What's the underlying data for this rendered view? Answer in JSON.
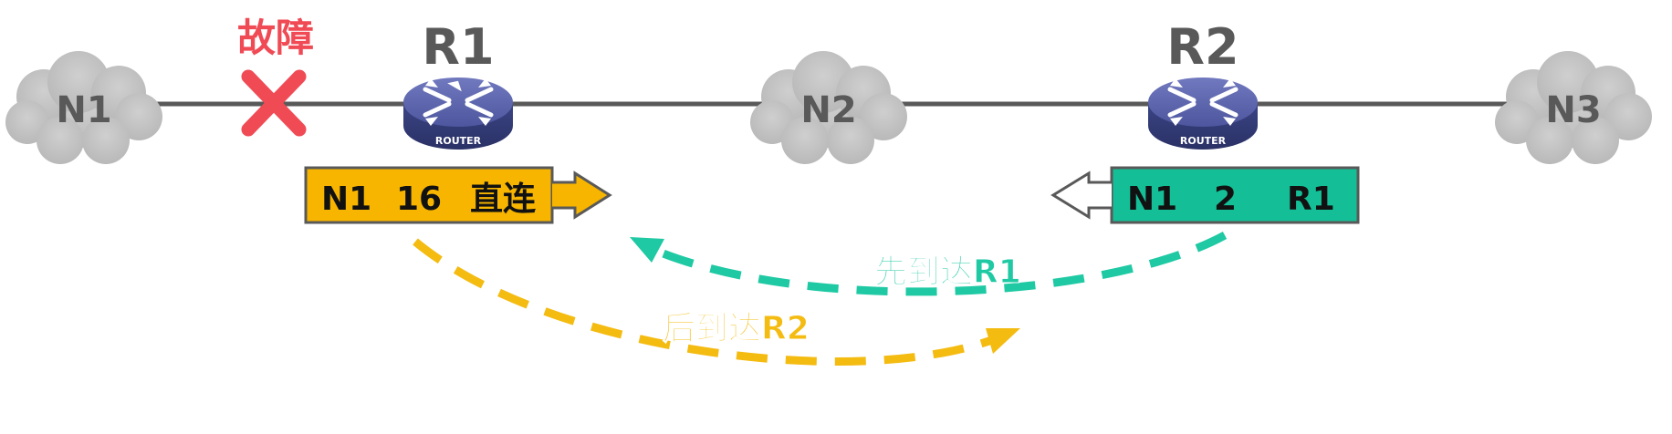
{
  "networks": {
    "n1": "N1",
    "n2": "N2",
    "n3": "N3"
  },
  "routers": {
    "r1": {
      "name": "R1",
      "badge": "ROUTER"
    },
    "r2": {
      "name": "R2",
      "badge": "ROUTER"
    }
  },
  "fault": {
    "label": "故障"
  },
  "r1_entry": {
    "network": "N1",
    "metric": "16",
    "next_hop": "直连"
  },
  "r2_entry": {
    "network": "N1",
    "metric": "2",
    "next_hop": "R1"
  },
  "arcs": {
    "first": "先到达R1",
    "second": "后到达R2"
  },
  "colors": {
    "cloud": "#c2c2c2",
    "link": "#595959",
    "fault": "#f04a55",
    "router": "#4b559c",
    "r1_entry_fill": "#f7b500",
    "r2_entry_fill": "#14bf97",
    "arc_first": "#1ec9a3",
    "arc_second": "#f4bb11"
  }
}
